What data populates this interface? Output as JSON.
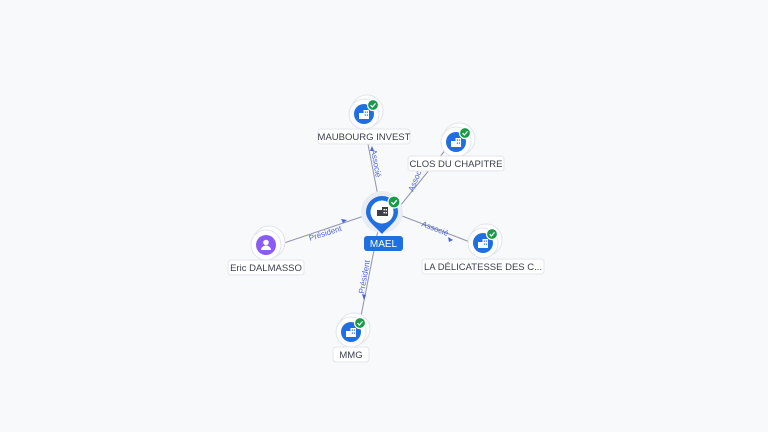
{
  "center": {
    "label": "MAEL",
    "icon": "company-icon",
    "verified": true
  },
  "nodes": [
    {
      "id": "maubourg",
      "label": "MAUBOURG INVEST",
      "type": "company",
      "icon": "company-icon",
      "verified": true,
      "relation": "Associé"
    },
    {
      "id": "clos",
      "label": "CLOS DU CHAPITRE",
      "type": "company",
      "icon": "company-icon",
      "verified": true,
      "relation": "Associé"
    },
    {
      "id": "delicatesse",
      "label": "LA DÉLICATESSE DES C...",
      "type": "company",
      "icon": "company-icon",
      "verified": true,
      "relation": "Associé"
    },
    {
      "id": "mmg",
      "label": "MMG",
      "type": "company",
      "icon": "company-icon",
      "verified": true,
      "relation": "Président"
    },
    {
      "id": "eric",
      "label": "Eric DALMASSO",
      "type": "person",
      "icon": "person-icon",
      "verified": false,
      "relation": "Président"
    }
  ],
  "colors": {
    "company": "#1f6fe0",
    "person": "#8a5cf6",
    "verified": "#1a9a4b",
    "edge": "#8f95aa",
    "edge_label": "#4f66d8"
  }
}
